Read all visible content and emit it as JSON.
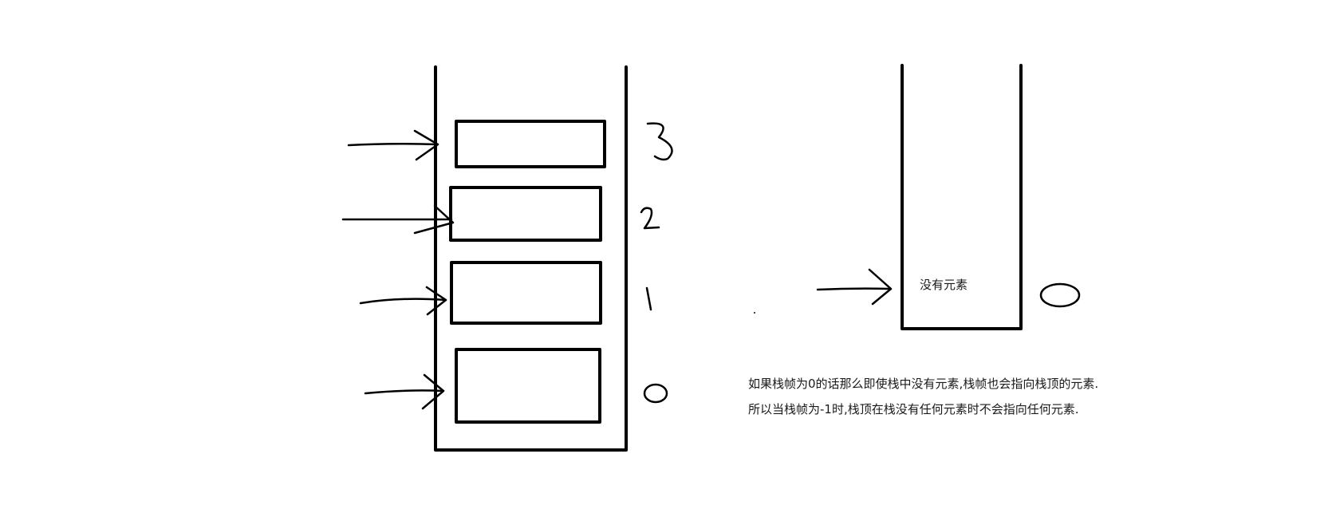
{
  "diagram": {
    "left_stack": {
      "index_labels": [
        "3",
        "2",
        "1",
        "0"
      ]
    },
    "right_stack": {
      "empty_label": "没有元素",
      "index_label": "0"
    },
    "note": {
      "line1": "如果栈帧为0的话那么即使栈中没有元素,栈帧也会指向栈顶的元素.",
      "line2": "所以当栈帧为-1时,栈顶在栈没有任何元素时不会指向任何元素."
    }
  }
}
